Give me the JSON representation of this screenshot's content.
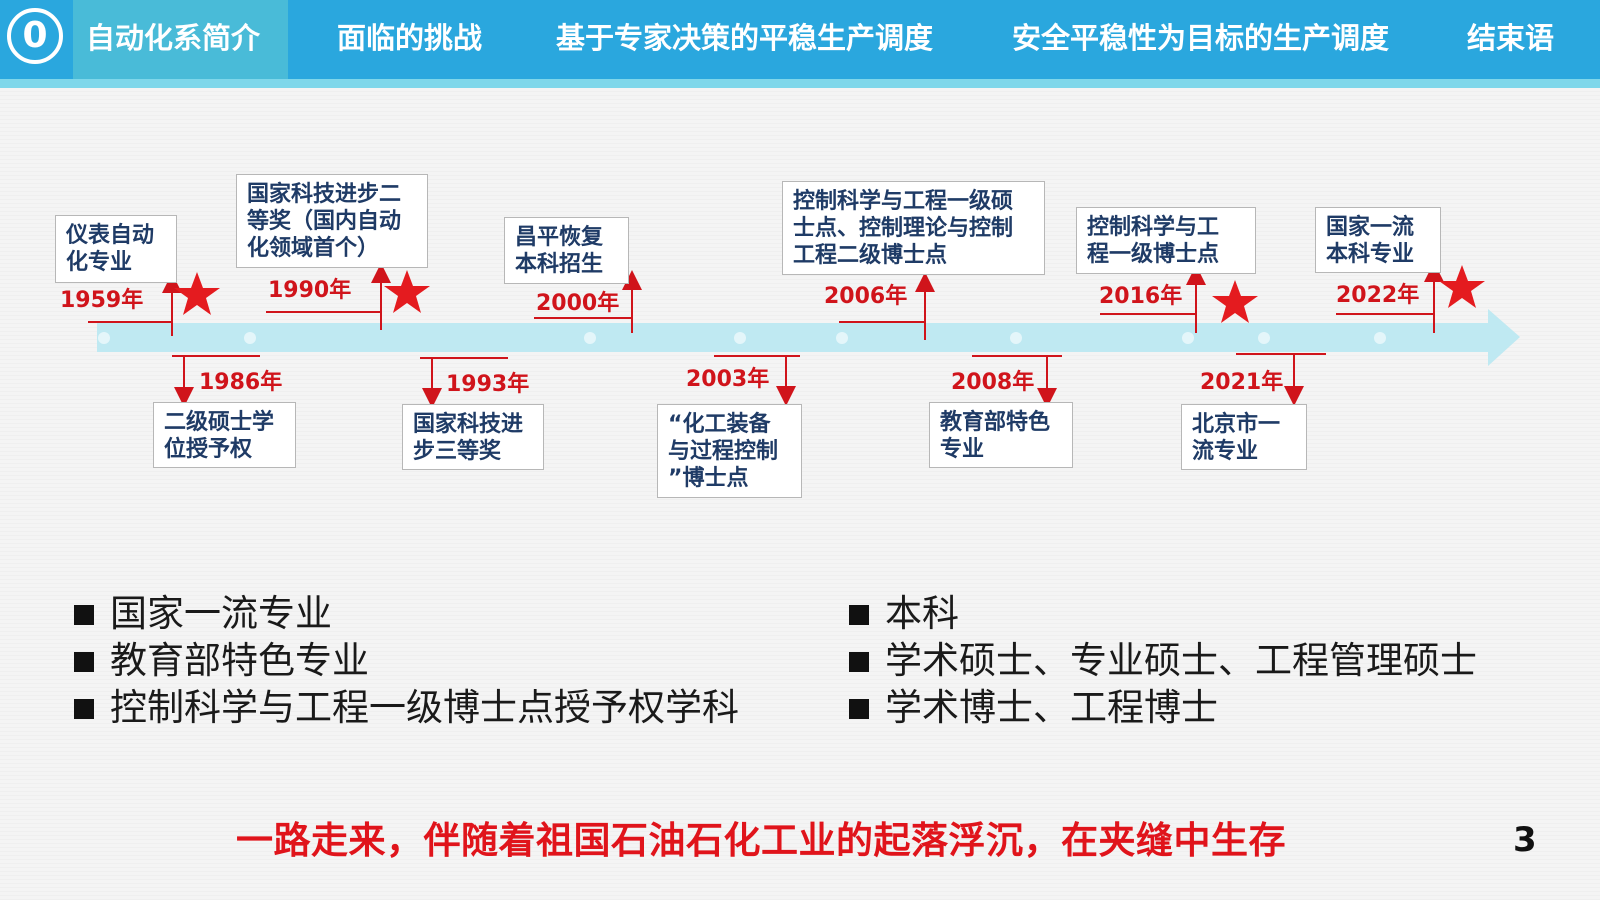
{
  "nav": {
    "section_number": "0",
    "tabs": [
      {
        "label": "自动化系简介"
      },
      {
        "label": "面临的挑战"
      },
      {
        "label": "基于专家决策的平稳生产调度"
      },
      {
        "label": "安全平稳性为目标的生产调度"
      },
      {
        "label": "结束语"
      }
    ]
  },
  "timeline": {
    "events": [
      {
        "year": "1959年",
        "text": "仪表自动\n化专业",
        "star": false
      },
      {
        "year": "1986年",
        "text": "二级硕士学\n位授予权",
        "star": true
      },
      {
        "year": "1990年",
        "text": "国家科技进步二\n等奖（国内自动\n化领域首个）",
        "star": true
      },
      {
        "year": "1993年",
        "text": "国家科技进\n步三等奖",
        "star": false
      },
      {
        "year": "2000年",
        "text": "昌平恢复\n本科招生",
        "star": false
      },
      {
        "year": "2003年",
        "text": "“化工装备\n与过程控制\n”博士点",
        "star": false
      },
      {
        "year": "2006年",
        "text": "控制科学与工程一级硕\n士点、控制理论与控制\n工程二级博士点",
        "star": false
      },
      {
        "year": "2008年",
        "text": "教育部特色\n专业",
        "star": false
      },
      {
        "year": "2016年",
        "text": "控制科学与工\n程一级博士点",
        "star": true
      },
      {
        "year": "2021年",
        "text": "北京市一\n流专业",
        "star": false
      },
      {
        "year": "2022年",
        "text": "国家一流\n本科专业",
        "star": true
      }
    ]
  },
  "bullets_left": [
    "国家一流专业",
    "教育部特色专业",
    "控制科学与工程一级博士点授予权学科"
  ],
  "bullets_right": [
    "本科",
    "学术硕士、专业硕士、工程管理硕士",
    "学术博士、工程博士"
  ],
  "slogan": "一路走来，伴随着祖国石油石化工业的起落浮沉，在夹缝中生存",
  "page_number": "3",
  "colors": {
    "nav": "#2aa7de",
    "nav_active": "#49bbd8",
    "accent_red": "#d0141b",
    "timeline_bar": "#bfe9f2"
  },
  "icons": {
    "star": "red-star-icon",
    "arrow": "red-arrow-icon"
  }
}
